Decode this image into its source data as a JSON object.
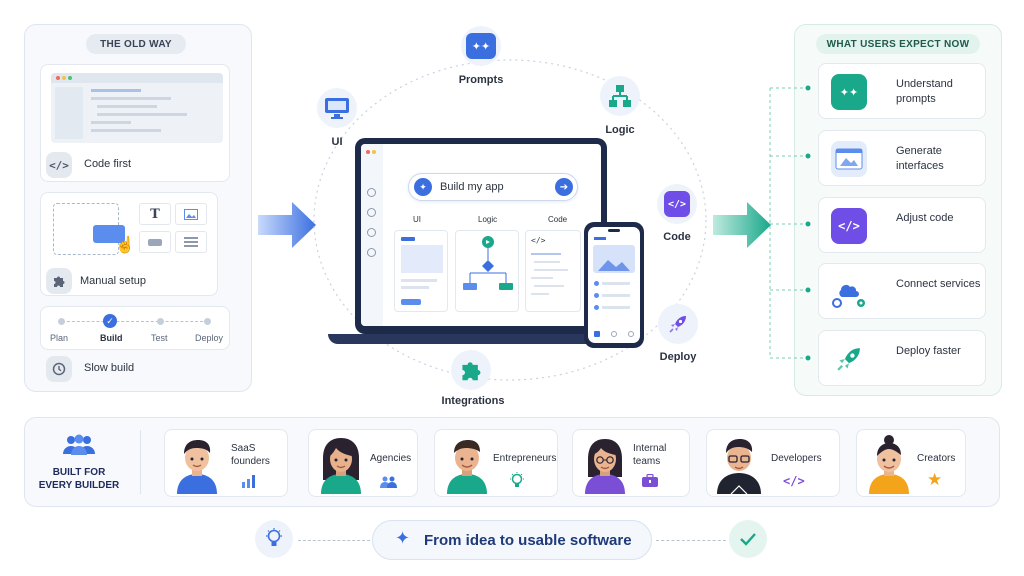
{
  "old_way": {
    "badge": "THE OLD WAY",
    "items": [
      {
        "label": "Code first",
        "icon": "code-icon"
      },
      {
        "label": "Manual setup",
        "icon": "puzzle-icon"
      },
      {
        "label": "Slow build",
        "icon": "clock-icon"
      }
    ],
    "steps": [
      "Plan",
      "Build",
      "Test",
      "Deploy"
    ]
  },
  "center": {
    "nodes": [
      "Prompts",
      "Logic",
      "Code",
      "Deploy",
      "Integrations",
      "UI"
    ],
    "prompt_text": "Build my app",
    "columns": [
      "UI",
      "Logic",
      "Code"
    ]
  },
  "users_expect": {
    "badge": "WHAT USERS EXPECT NOW",
    "items": [
      {
        "label": "Understand prompts",
        "icon": "chat-sparkle-icon"
      },
      {
        "label": "Generate interfaces",
        "icon": "interface-icon"
      },
      {
        "label": "Adjust code",
        "icon": "code-icon"
      },
      {
        "label": "Connect services",
        "icon": "cloud-icon"
      },
      {
        "label": "Deploy faster",
        "icon": "rocket-icon"
      }
    ]
  },
  "builders": {
    "title": "BUILT FOR EVERY BUILDER",
    "personas": [
      {
        "label": "SaaS founders",
        "icon": "bar-chart-icon"
      },
      {
        "label": "Agencies",
        "icon": "people-icon"
      },
      {
        "label": "Entrepreneurs",
        "icon": "lightbulb-icon"
      },
      {
        "label": "Internal teams",
        "icon": "briefcase-icon"
      },
      {
        "label": "Developers",
        "icon": "code-icon"
      },
      {
        "label": "Creators",
        "icon": "star-icon"
      }
    ]
  },
  "footer": {
    "tagline": "From idea to usable software"
  },
  "colors": {
    "blue": "#3b6fe0",
    "teal": "#19a88a",
    "purple": "#6e4ee6",
    "navy": "#1f2b5c"
  }
}
